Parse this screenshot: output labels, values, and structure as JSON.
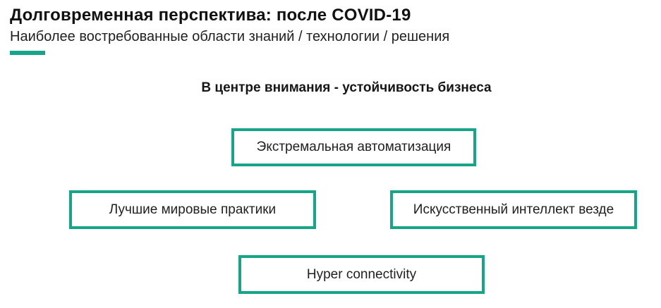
{
  "header": {
    "title": "Долговременная перспектива: после COVID-19",
    "subtitle": "Наиболее востребованные области знаний / технологии / решения"
  },
  "section": {
    "heading": "В центре внимания - устойчивость бизнеса"
  },
  "boxes": [
    {
      "label": "Экстремальная автоматизация"
    },
    {
      "label": "Лучшие мировые практики"
    },
    {
      "label": "Искусственный интеллект везде"
    },
    {
      "label": "Hyper connectivity"
    }
  ],
  "colors": {
    "accent": "#17A589",
    "text": "#1A1A1A",
    "background": "#FFFFFF"
  }
}
